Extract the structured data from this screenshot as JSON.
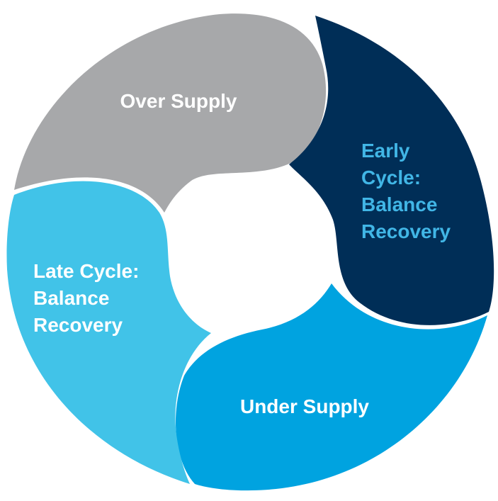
{
  "diagram": {
    "segments": [
      {
        "id": "over-supply",
        "lines": [
          "Over Supply"
        ],
        "fill": "#A7A8AA",
        "text_color": "#FFFFFF"
      },
      {
        "id": "early-cycle",
        "lines": [
          "Early",
          "Cycle:",
          "Balance",
          "Recovery"
        ],
        "fill": "#002E57",
        "text_color": "#41B6E6"
      },
      {
        "id": "under-supply",
        "lines": [
          "Under Supply"
        ],
        "fill": "#00A3E0",
        "text_color": "#FFFFFF"
      },
      {
        "id": "late-cycle",
        "lines": [
          "Late Cycle:",
          "Balance",
          "Recovery"
        ],
        "fill": "#41C3E8",
        "text_color": "#FFFFFF"
      }
    ]
  }
}
